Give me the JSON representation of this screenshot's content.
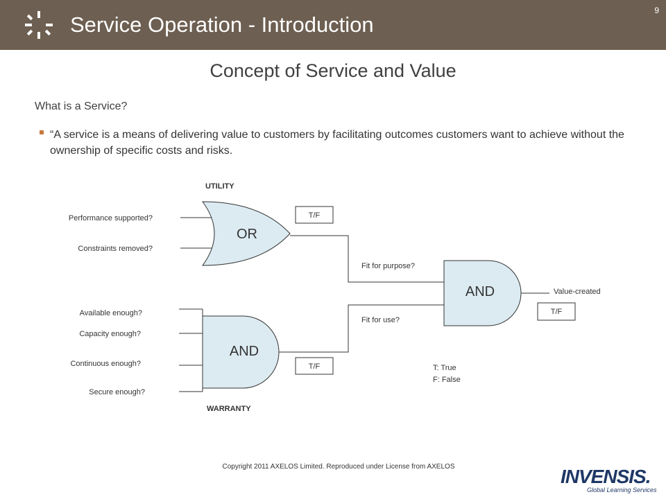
{
  "header": {
    "title": "Service Operation - Introduction",
    "slide_number": "9",
    "icon": "spinner-dots-icon",
    "background_color": "#6d5f51"
  },
  "subtitle": "Concept of Service and Value",
  "question": "What is a Service?",
  "bullet": {
    "marker_color": "#c9793f",
    "text": "“A service is a means of delivering value to customers by facilitating outcomes customers want to achieve without the ownership of specific costs and risks."
  },
  "diagram": {
    "utility_label": "UTILITY",
    "warranty_label": "WARRANTY",
    "gate_fill": "#dcebf2",
    "or_gate": {
      "label": "OR",
      "inputs": [
        "Performance supported?",
        "Constraints removed?"
      ],
      "output_tf": "T/F"
    },
    "warranty_gate": {
      "label": "AND",
      "inputs": [
        "Available enough?",
        "Capacity enough?",
        "Continuous enough?",
        "Secure enough?"
      ],
      "output_tf": "T/F"
    },
    "final_gate": {
      "label": "AND",
      "inputs": [
        "Fit for purpose?",
        "Fit for use?"
      ],
      "output_label": "Value-created",
      "output_tf": "T/F"
    },
    "legend": [
      "T: True",
      "F: False"
    ]
  },
  "footer": {
    "copyright": "Copyright 2011 AXELOS Limited. Reproduced under License from AXELOS"
  },
  "logo": {
    "wordmark": "INVENSIS.",
    "tagline": "Global Learning Services"
  }
}
